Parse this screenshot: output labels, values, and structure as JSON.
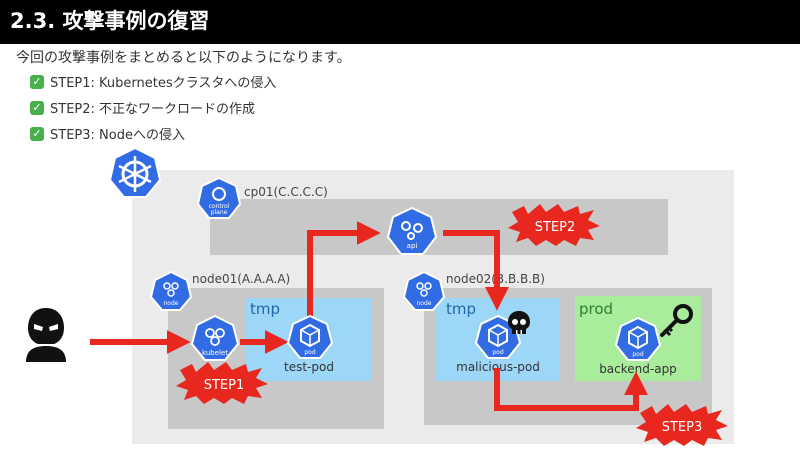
{
  "slide": {
    "title": "2.3. 攻撃事例の復習",
    "intro": "今回の攻撃事例をまとめると以下のようになります。",
    "steps": [
      {
        "icon": "check-icon",
        "text": "STEP1: Kubernetesクラスタへの侵入"
      },
      {
        "icon": "check-icon",
        "text": "STEP2: 不正なワークロードの作成"
      },
      {
        "icon": "check-icon",
        "text": "STEP3: Nodeへの侵入"
      }
    ]
  },
  "diagram": {
    "cluster_icon": "kubernetes-helm-icon",
    "cp01": {
      "label": "cp01(C.C.C.C)",
      "icon_text": "control plane"
    },
    "api": {
      "icon_text": "api"
    },
    "node01": {
      "label": "node01(A.A.A.A)",
      "icon_text": "node",
      "kubelet_text": "kubelet"
    },
    "node02": {
      "label": "node02(B.B.B.B)",
      "icon_text": "node"
    },
    "ns_tmp_1": {
      "label": "tmp"
    },
    "ns_tmp_2": {
      "label": "tmp"
    },
    "ns_prod": {
      "label": "prod"
    },
    "test_pod": {
      "label": "test-pod",
      "icon_text": "pod"
    },
    "malicious_pod": {
      "label": "malicious-pod",
      "icon_text": "pod"
    },
    "backend_app": {
      "label": "backend-app",
      "icon_text": "pod"
    },
    "step1": "STEP1",
    "step2": "STEP2",
    "step3": "STEP3",
    "colors": {
      "k8s_blue": "#326ce5",
      "arrow_red": "#e8281e",
      "cluster_bg": "#ebebeb",
      "node_bg": "#c8c8c8",
      "tmp_bg": "#9dd7f7",
      "prod_bg": "#a8ec9c"
    }
  }
}
